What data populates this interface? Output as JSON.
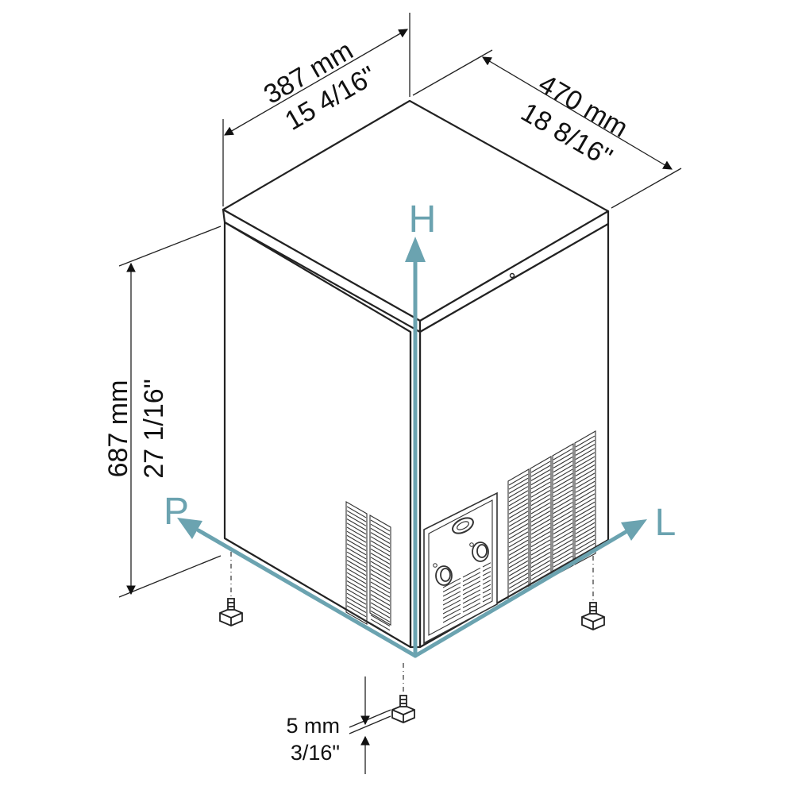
{
  "dimensions": {
    "width": {
      "metric": "387 mm",
      "imperial": "15 4/16\""
    },
    "depth": {
      "metric": "470 mm",
      "imperial": "18 8/16\""
    },
    "height": {
      "metric": "687 mm",
      "imperial": "27 1/16\""
    },
    "foot_adjust": {
      "metric": "5 mm",
      "imperial": "3/16\""
    }
  },
  "axes": {
    "height_label": "H",
    "left_label": "P",
    "right_label": "L"
  },
  "colors": {
    "axis": "#6ba3b0",
    "line": "#222222",
    "background": "#ffffff"
  }
}
